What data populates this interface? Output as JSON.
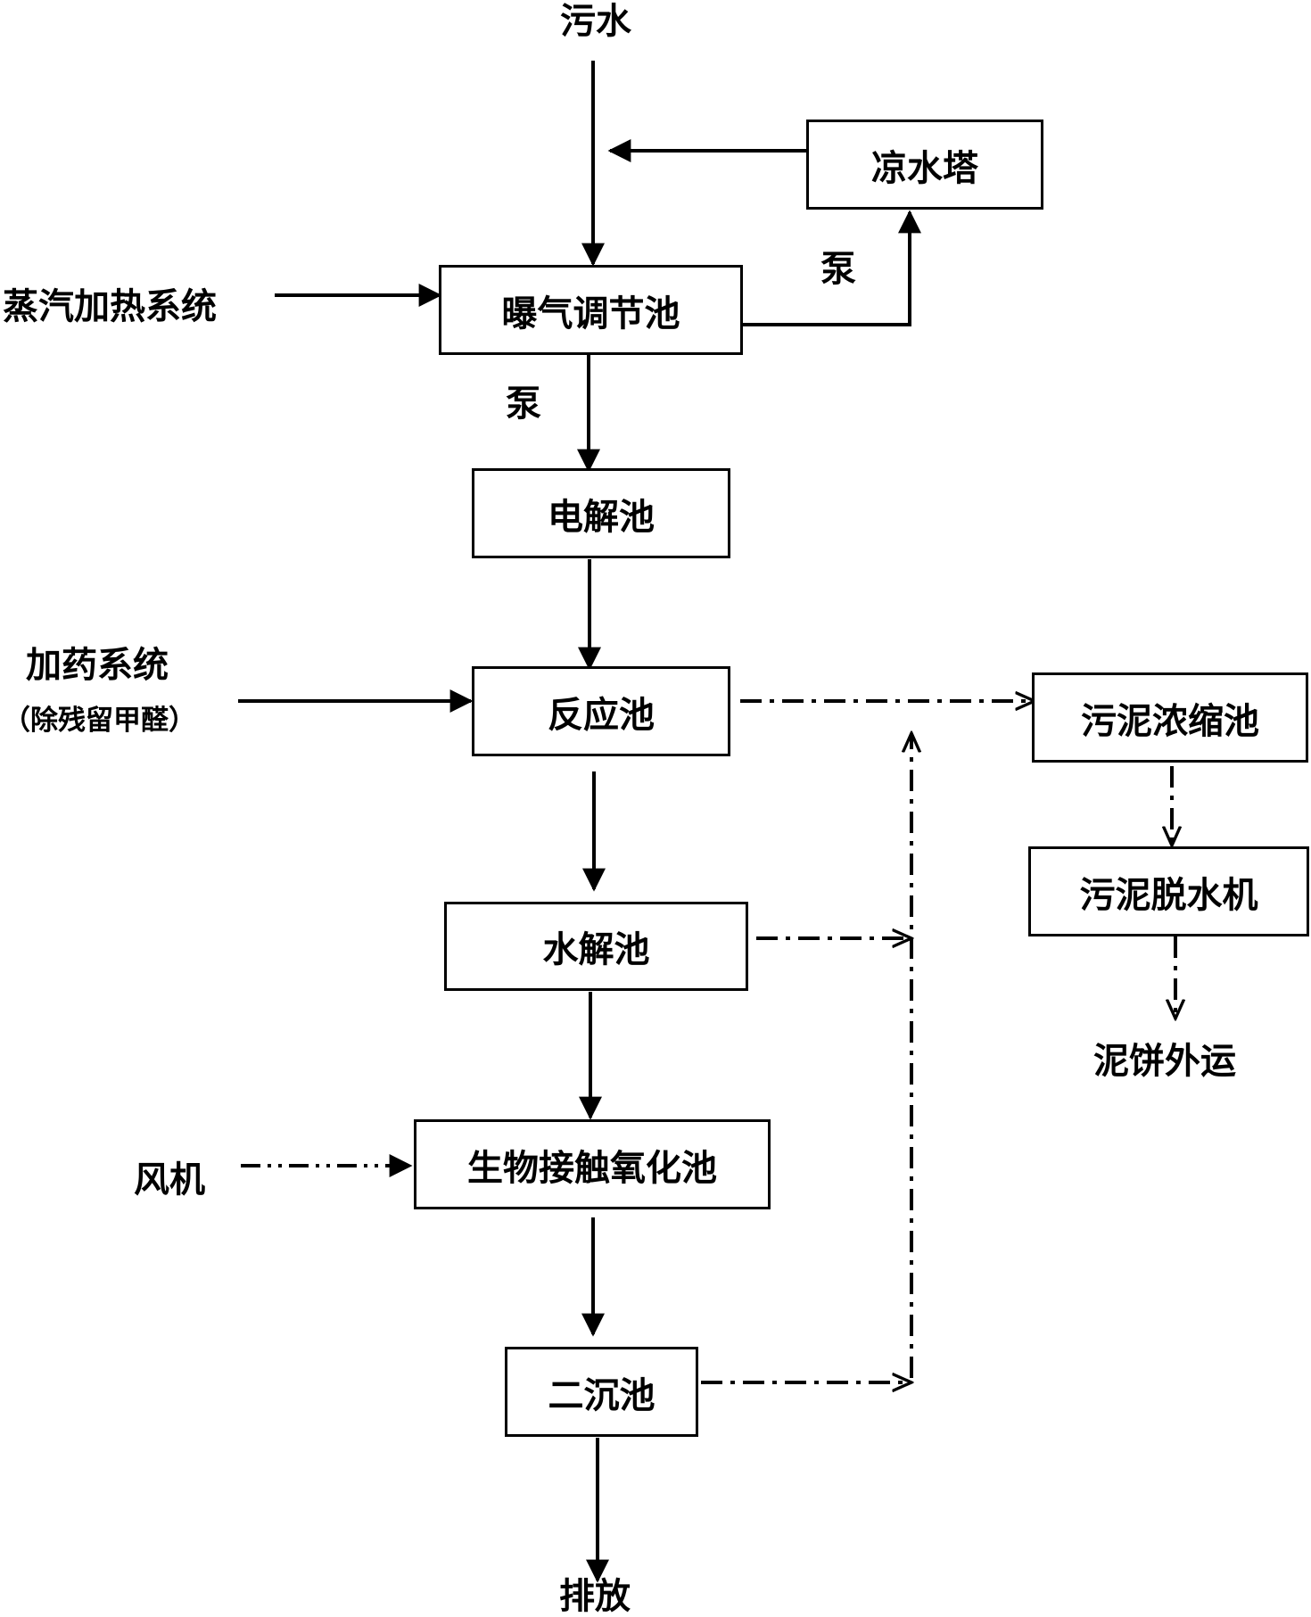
{
  "inputs": {
    "sewage": "污水",
    "steam_heating": "蒸汽加热系统",
    "dosing": "加药系统",
    "dosing_note": "（除残留甲醛）",
    "blower": "风机"
  },
  "units": {
    "cooling_tower": "凉水塔",
    "aeration_tank": "曝气调节池",
    "electrolysis_tank": "电解池",
    "reaction_tank": "反应池",
    "hydrolysis_tank": "水解池",
    "bio_contact_oxidation_tank": "生物接触氧化池",
    "secondary_clarifier": "二沉池",
    "sludge_thickener": "污泥浓缩池",
    "sludge_dewatering": "污泥脱水机"
  },
  "pumps": {
    "pump_to_tower": "泵",
    "pump_to_electrolysis": "泵"
  },
  "outputs": {
    "discharge": "排放",
    "sludge_cake": "泥饼外运"
  },
  "legend_colors": {
    "line": "#000000",
    "background": "#ffffff"
  }
}
